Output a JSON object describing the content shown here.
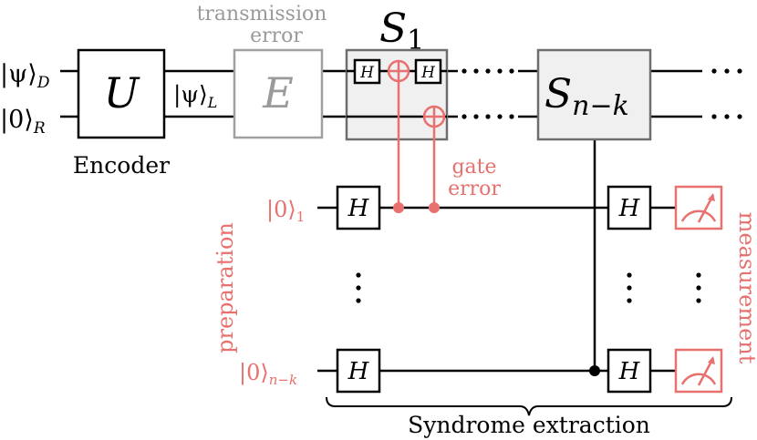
{
  "inputs": {
    "data_state": "|ψ⟩",
    "data_sub": "D",
    "ref_state": "|0⟩",
    "ref_sub": "R",
    "logical_state": "|ψ⟩",
    "logical_sub": "L"
  },
  "encoder": {
    "symbol": "U",
    "label": "Encoder"
  },
  "error": {
    "label_line1": "transmission",
    "label_line2": "error",
    "symbol": "E"
  },
  "stabilizers": {
    "first": {
      "symbol": "S",
      "sub": "1"
    },
    "last": {
      "symbol": "S",
      "sub": "n−k"
    },
    "h_label": "H"
  },
  "ancillas": {
    "first_state": "|0⟩",
    "first_sub": "1",
    "last_state": "|0⟩",
    "last_sub": "n−k",
    "h_label": "H"
  },
  "annotations": {
    "gate_error_line1": "gate",
    "gate_error_line2": "error",
    "preparation": "preparation",
    "measurement": "measurement",
    "syndrome_extraction": "Syndrome extraction"
  },
  "colors": {
    "error_red": "#e8706e",
    "grey": "#9a9a9a",
    "stabilizer_fill": "#f0f0f0"
  }
}
